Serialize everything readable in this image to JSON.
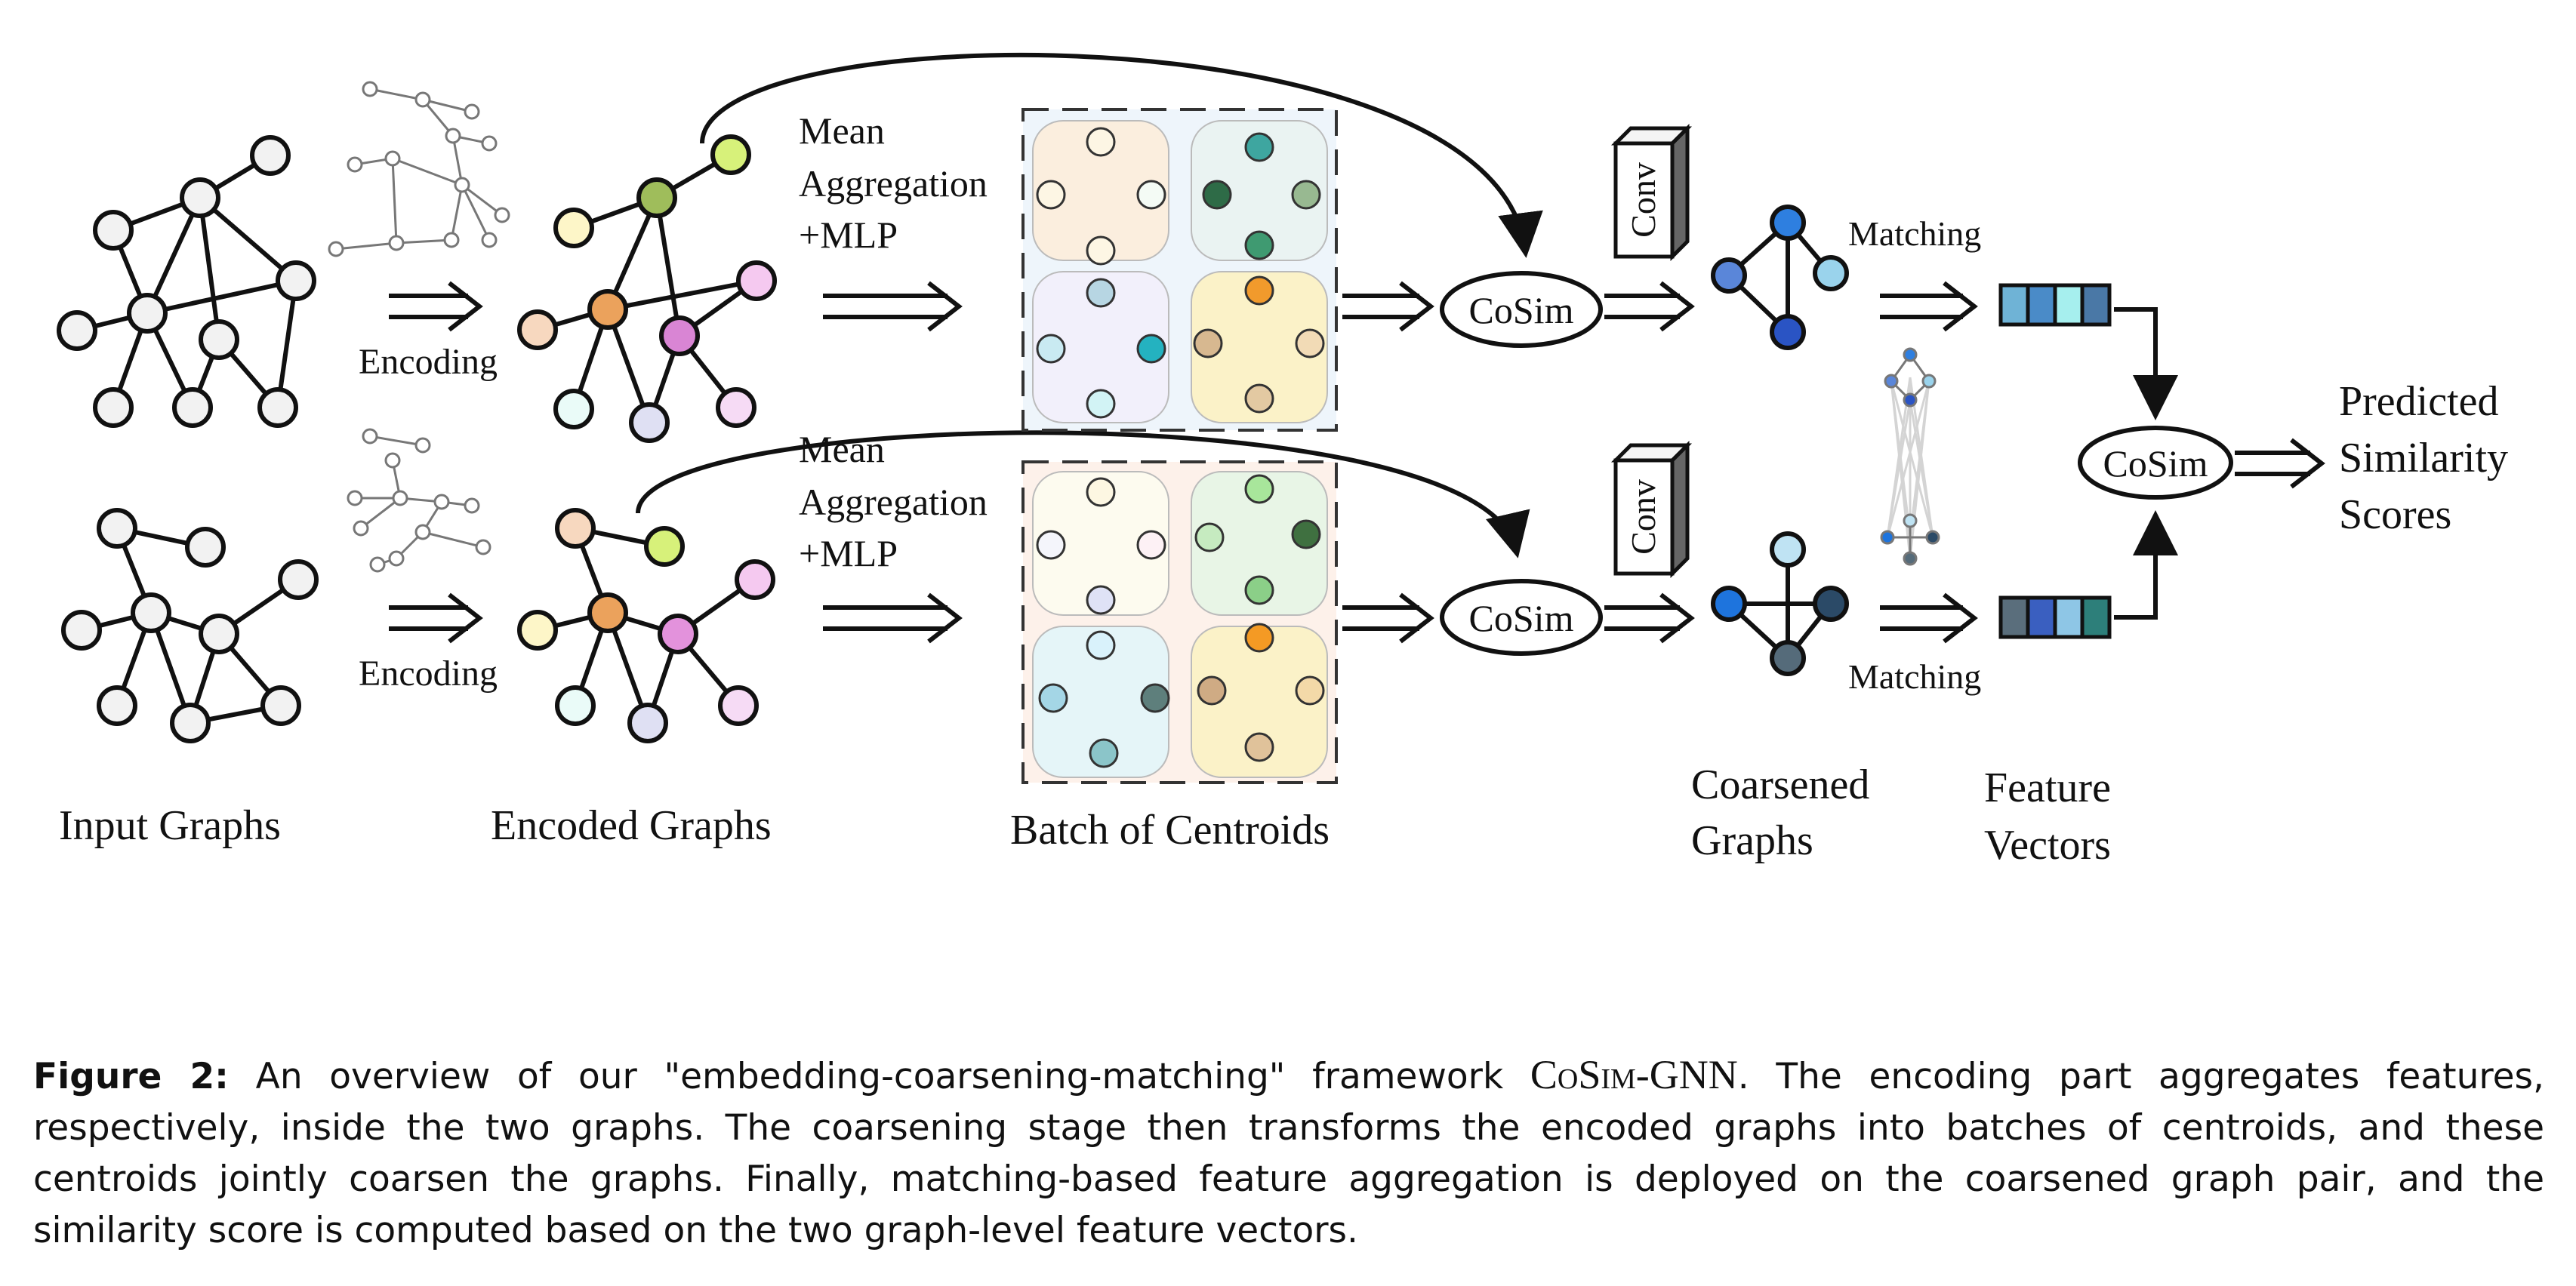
{
  "labels": {
    "input_graphs": "Input Graphs",
    "encoded_graphs": "Encoded Graphs",
    "batch_of_centroids": "Batch of Centroids",
    "coarsened_graphs_1": "Coarsened",
    "coarsened_graphs_2": "Graphs",
    "feature_vectors_1": "Feature",
    "feature_vectors_2": "Vectors",
    "predicted_1": "Predicted",
    "predicted_2": "Similarity",
    "predicted_3": "Scores",
    "encoding_top": "Encoding",
    "encoding_bottom": "Encoding",
    "mean_top": "Mean",
    "aggregation_top": "Aggregation",
    "mlp_top": "+MLP",
    "mean_bottom": "Mean",
    "aggregation_bottom": "Aggregation",
    "mlp_bottom": "+MLP",
    "cosim_top": "CoSim",
    "cosim_bottom": "CoSim",
    "cosim_final": "CoSim",
    "conv_top": "Conv",
    "conv_bottom": "Conv",
    "matching_top": "Matching",
    "matching_bottom": "Matching"
  },
  "caption": {
    "figure_label": "Figure 2:",
    "text_before": " An overview of our \"embedding-coarsening-matching\" framework ",
    "method_name": "CoSim-GNN",
    "text_after": ". The encoding part aggregates features, respectively, inside the two graphs.  The coarsening stage then transforms the encoded graphs into batches of centroids, and these centroids jointly coarsen the graphs. Finally, matching-based feature aggregation is deployed on the coarsened graph pair, and the similarity score is computed based on the two graph-level feature vectors."
  },
  "colors": {
    "feature_vector_top": [
      "#6fb3d6",
      "#4a8bc8",
      "#a6efee",
      "#4a78a6"
    ],
    "feature_vector_bottom": [
      "#5a6e7c",
      "#3a5fc0",
      "#8ec6e6",
      "#2d7f7a"
    ],
    "centroid_panel_top": "#eef5fb",
    "centroid_panel_bottom": "#fdf1ea"
  }
}
